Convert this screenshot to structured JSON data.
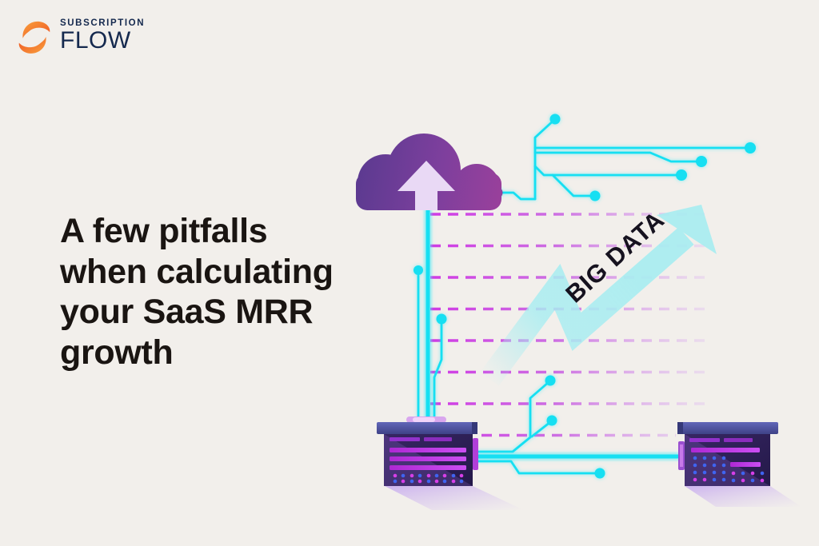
{
  "page": {
    "kind": "blog-hero-banner",
    "background_color": "#f2efeb"
  },
  "logo": {
    "name_top": "SUBSCRIPTION",
    "name_bottom": "FLOW",
    "icon": "subscriptionflow-swirl-icon",
    "icon_color_start": "#f9a13c",
    "icon_color_end": "#ee5222",
    "text_color": "#15294e"
  },
  "headline": {
    "full_text": "A few pitfalls when calculating your SaaS MRR growth",
    "lines": [
      "A few pitfalls",
      "when calculating",
      "your SaaS MRR",
      "growth"
    ],
    "color": "#1a1512"
  },
  "illustration": {
    "arrow_label": "BIG DATA",
    "icons": [
      "upload-cloud-icon",
      "growth-arrow-icon",
      "circuit-traces",
      "server-icon",
      "server-icon",
      "dashed-grid-lines"
    ],
    "colors": {
      "cloud_purple_left": "#5b3a90",
      "cloud_purple_right": "#9a409b",
      "upload_arrow": "#e9d9f5",
      "growth_arrow_cyan": "#a9edf1",
      "circuit_cyan": "#12dff2",
      "dash_magenta": "#d03ae4",
      "server_body": "#2c2057",
      "server_lid": "#4c50a0",
      "bar_magenta": "#c23ae8",
      "dot_blue": "#3f64f0",
      "dot_magenta": "#d63fe8",
      "label_color": "#16121f"
    }
  }
}
